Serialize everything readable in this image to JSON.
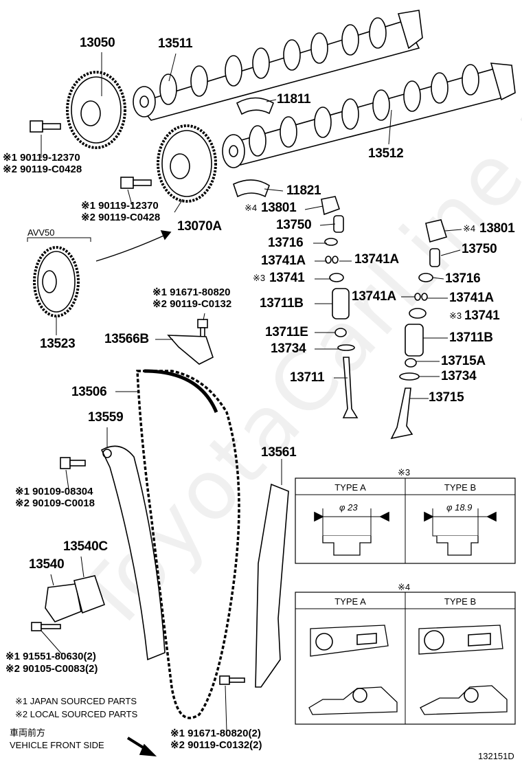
{
  "watermark": "ToyotaCarLine.ru",
  "parts": {
    "p13050": "13050",
    "p13511": "13511",
    "p11811": "11811",
    "p13512": "13512",
    "p11821": "11821",
    "p13801a": "13801",
    "p13750a": "13750",
    "p13716a": "13716",
    "p13741A_l1": "13741A",
    "p13741A_r1": "13741A",
    "p13741a": "13741",
    "p13711B_a": "13711B",
    "p13711E": "13711E",
    "p13734a": "13734",
    "p13711": "13711",
    "p13801b": "13801",
    "p13750b": "13750",
    "p13716b": "13716",
    "p13741A_l2": "13741A",
    "p13741A_r2": "13741A",
    "p13741b": "13741",
    "p13711B_b": "13711B",
    "p13715A": "13715A",
    "p13734b": "13734",
    "p13715": "13715",
    "p13070A": "13070A",
    "p13523": "13523",
    "p13566B": "13566B",
    "p13506": "13506",
    "p13559": "13559",
    "p13540C": "13540C",
    "p13540": "13540",
    "p13561": "13561"
  },
  "bolts": {
    "b1_line1": "※1 90119-12370",
    "b1_line2": "※2 90119-C0428",
    "b2_line1": "※1 90119-12370",
    "b2_line2": "※2 90119-C0428",
    "b3_line1": "※1 91671-80820",
    "b3_line2": "※2 90119-C0132",
    "b4_line1": "※1 90109-08304",
    "b4_line2": "※2 90109-C0018",
    "b5_line1": "※1 91551-80630(2)",
    "b5_line2": "※2 90105-C0083(2)",
    "b6_line1": "※1 91671-80820(2)",
    "b6_line2": "※2 90119-C0132(2)"
  },
  "marks": {
    "m4a": "※4",
    "m3a": "※3",
    "m4b": "※4",
    "m3b": "※3"
  },
  "avv_label": "AVV50",
  "notes": {
    "note1": "※1 JAPAN SOURCED PARTS",
    "note2": "※2 LOCAL SOURCED PARTS",
    "front_jp": "車両前方",
    "front_en": "VEHICLE FRONT SIDE"
  },
  "box3": {
    "mark": "※3",
    "type_a": "TYPE A",
    "type_b": "TYPE B",
    "dim_a": "φ 23",
    "dim_b": "φ 18.9"
  },
  "box4": {
    "mark": "※4",
    "type_a": "TYPE A",
    "type_b": "TYPE B"
  },
  "diagram_id": "132151D"
}
